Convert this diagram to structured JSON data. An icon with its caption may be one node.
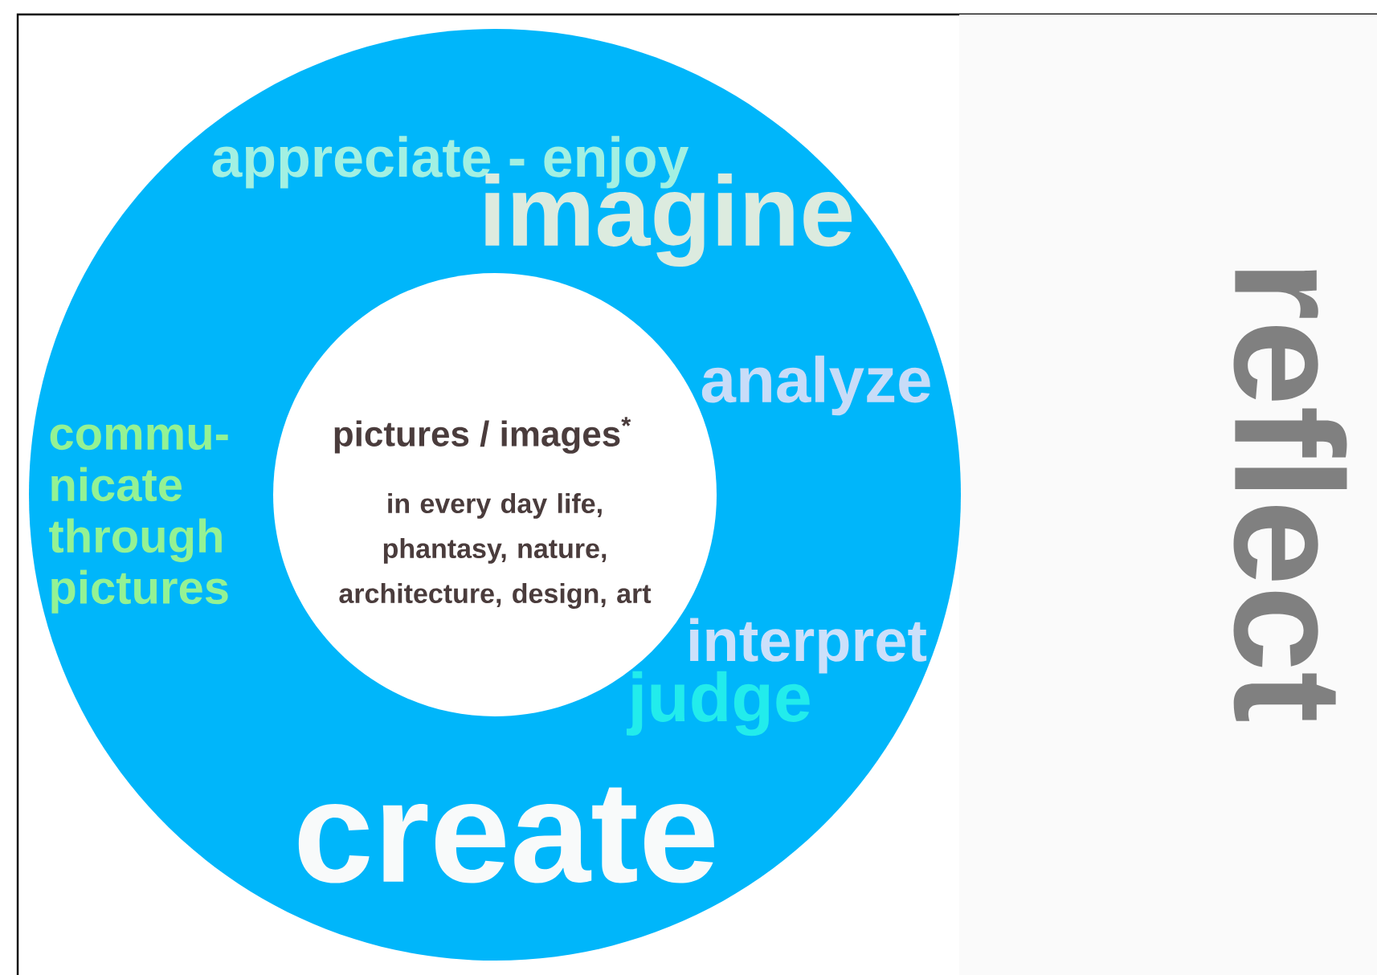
{
  "diagram": {
    "nodes": [
      {
        "text": [
          "appreciate - enjoy",
          "imagine",
          "analyze",
          "commu- nicate through pictures",
          "interpret",
          "judge",
          "create"
        ]
      },
      {
        "text": [
          "pictures / images$^{*}$",
          "in every day life, phantasy, nature, architecture, design, art"
        ],
        "in": 0
      },
      {
        "text": [
          "reflect"
        ]
      }
    ],
    "edges": []
  }
}
